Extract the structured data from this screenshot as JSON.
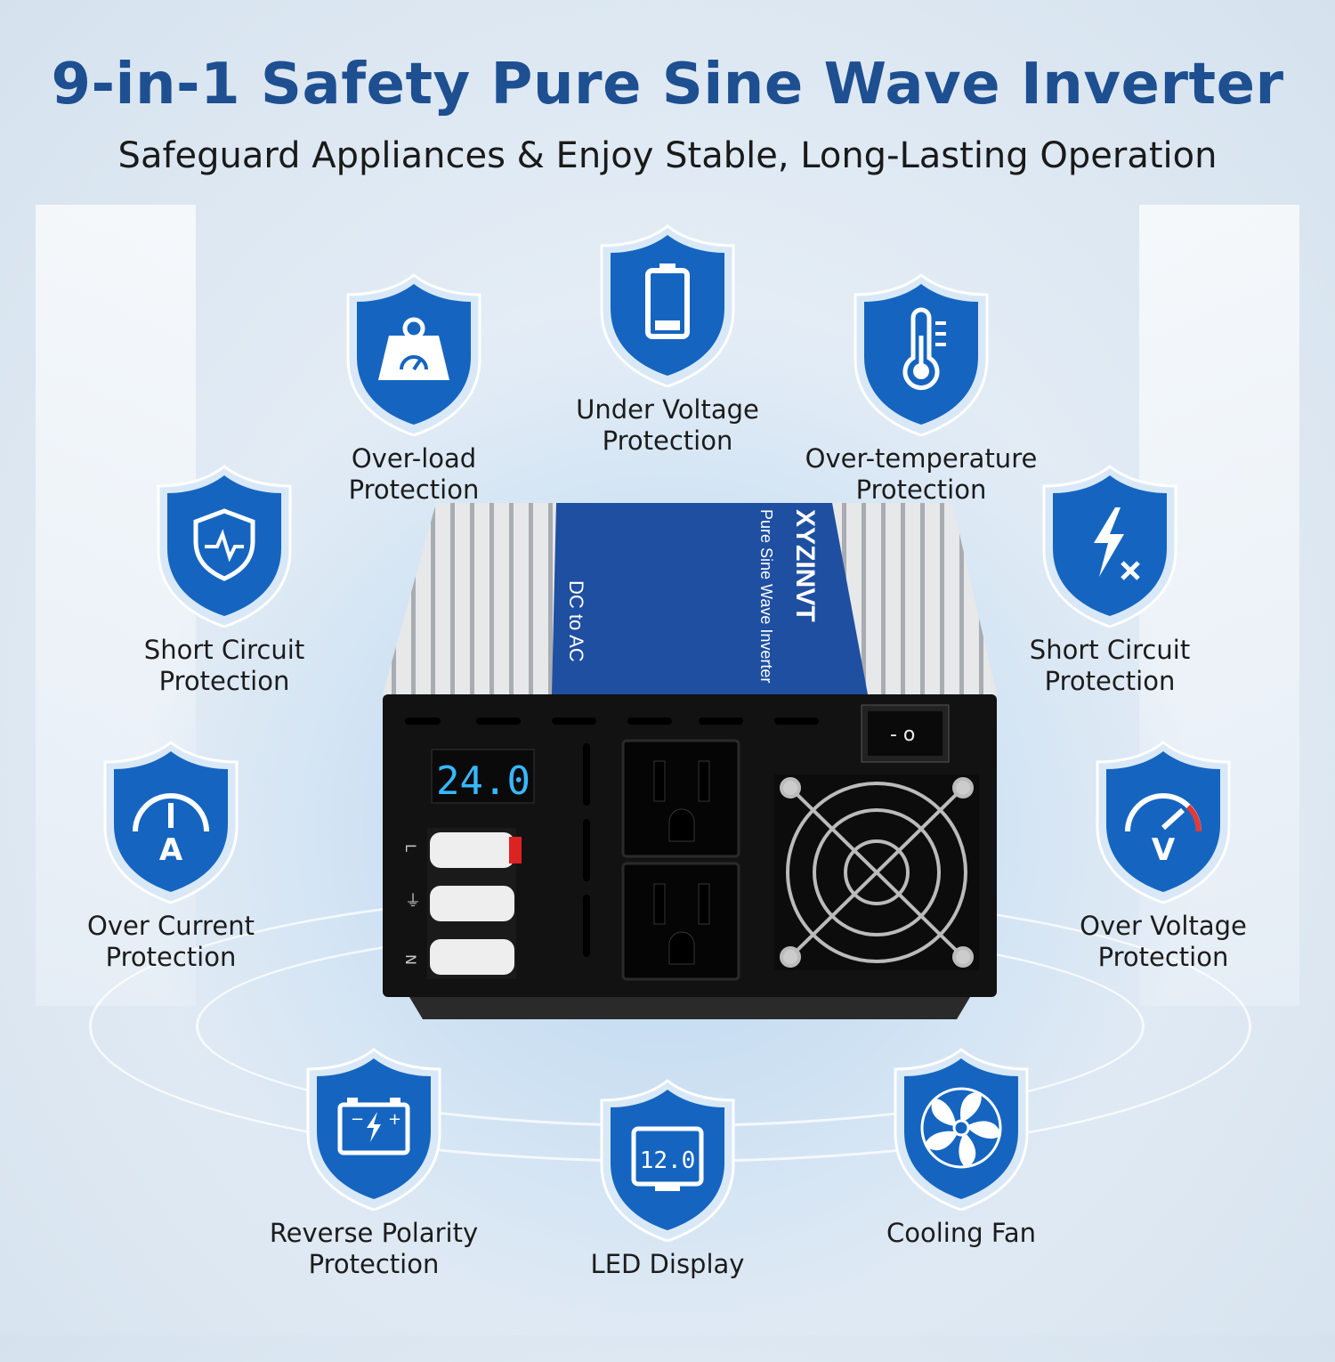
{
  "header": {
    "title": "9-in-1 Safety Pure Sine Wave Inverter",
    "subtitle": "Safeguard Appliances & Enjoy Stable, Long-Lasting Operation"
  },
  "colors": {
    "title": "#1d4f91",
    "shield": "#1565c0",
    "shield_dark": "#0d3f8a",
    "label_panel": "#1f4fa0"
  },
  "features": [
    {
      "id": "over-load",
      "icon": "weight-gauge-icon",
      "lines": [
        "Over-load",
        "Protection"
      ]
    },
    {
      "id": "under-voltage",
      "icon": "battery-low-icon",
      "lines": [
        "Under Voltage",
        "Protection"
      ]
    },
    {
      "id": "over-temperature",
      "icon": "thermometer-icon",
      "lines": [
        "Over-temperature",
        "Protection"
      ]
    },
    {
      "id": "short-circuit-left",
      "icon": "pulse-shield-icon",
      "lines": [
        "Short Circuit",
        "Protection"
      ]
    },
    {
      "id": "short-circuit-right",
      "icon": "lightning-x-icon",
      "lines": [
        "Short Circuit",
        "Protection"
      ]
    },
    {
      "id": "over-current",
      "icon": "ammeter-icon",
      "lines": [
        "Over Current",
        "Protection"
      ]
    },
    {
      "id": "over-voltage",
      "icon": "voltmeter-icon",
      "lines": [
        "Over Voltage",
        "Protection"
      ]
    },
    {
      "id": "reverse-polarity",
      "icon": "battery-polarity-icon",
      "lines": [
        "Reverse Polarity",
        "Protection"
      ]
    },
    {
      "id": "led-display",
      "icon": "led-display-icon",
      "lines": [
        "LED Display"
      ],
      "display_value": "12.0"
    },
    {
      "id": "cooling-fan",
      "icon": "fan-icon",
      "lines": [
        "Cooling Fan"
      ]
    }
  ],
  "product": {
    "brand": "XYZINVT",
    "model_line": "Pure Sine Wave Inverter",
    "conversion": "DC to AC",
    "display_value": "24.0",
    "terminal_labels": [
      "L",
      "⏚",
      "N"
    ],
    "switch_label": "- o"
  }
}
